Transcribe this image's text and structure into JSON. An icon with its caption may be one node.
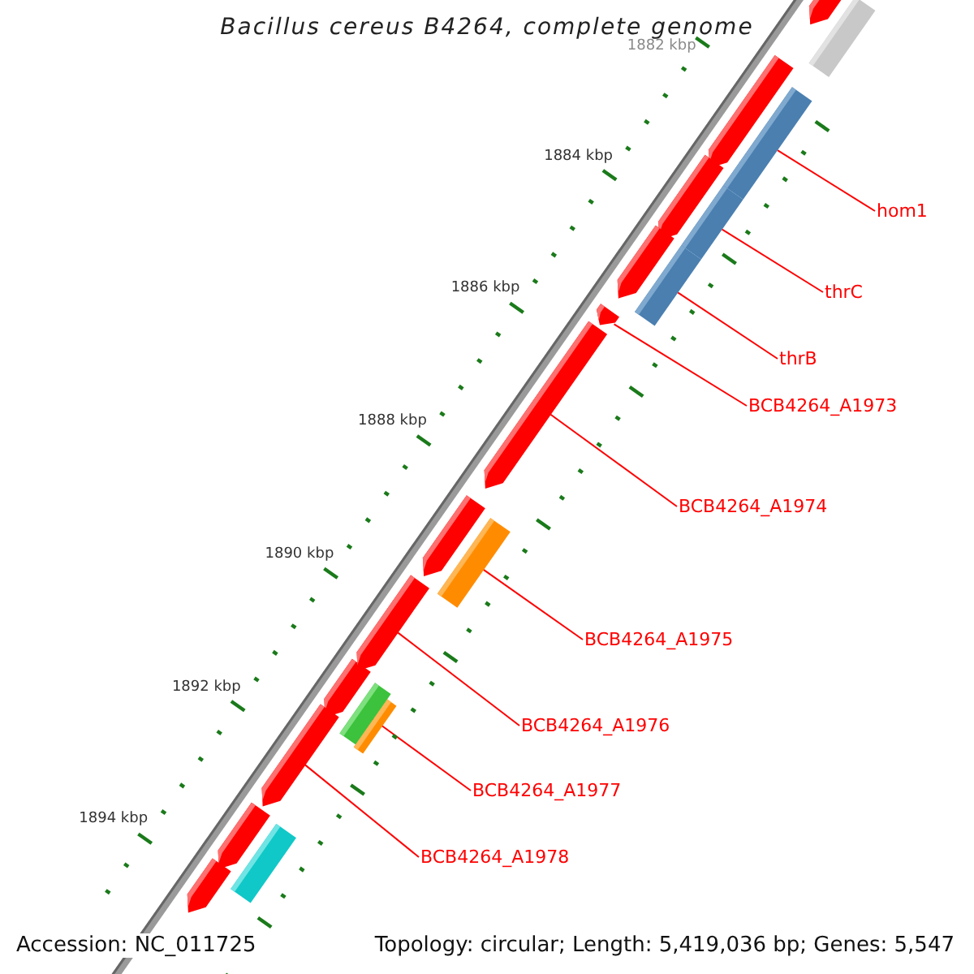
{
  "diagram": {
    "title": "Bacillus cereus B4264, complete genome",
    "nodes": [
      {
        "text": [
          "hom1"
        ]
      },
      {
        "text": [
          "thrC"
        ]
      },
      {
        "text": [
          "thrB"
        ]
      },
      {
        "text": [
          "BCB4264_A1973"
        ]
      },
      {
        "text": [
          "BCB4264_A1974"
        ]
      },
      {
        "text": [
          "BCB4264_A1975"
        ]
      },
      {
        "text": [
          "BCB4264_A1976"
        ]
      },
      {
        "text": [
          "BCB4264_A1977"
        ]
      },
      {
        "text": [
          "BCB4264_A1978"
        ]
      },
      {
        "text": [],
        "shape": "bar"
      },
      {
        "text": [],
        "shape": "bar"
      },
      {
        "text": [],
        "shape": "bar"
      },
      {
        "text": [],
        "shape": "arrow"
      },
      {
        "text": [],
        "shape": "arrow"
      },
      {
        "text": [],
        "shape": "bar"
      },
      {
        "text": [],
        "shape": "arrow"
      },
      {
        "text": [],
        "shape": "bar"
      },
      {
        "text": [],
        "shape": "arrow"
      }
    ],
    "edges": [
      {
        "from": 0,
        "to": 9,
        "arrow": "none"
      },
      {
        "from": 1,
        "to": 10,
        "arrow": "none"
      },
      {
        "from": 2,
        "to": 11,
        "arrow": "none"
      },
      {
        "from": 3,
        "to": 12,
        "arrow": "none"
      },
      {
        "from": 4,
        "to": 13,
        "arrow": "none"
      },
      {
        "from": 5,
        "to": 14,
        "arrow": "none"
      },
      {
        "from": 6,
        "to": 15,
        "arrow": "none"
      },
      {
        "from": 7,
        "to": 16,
        "arrow": "none"
      },
      {
        "from": 8,
        "to": 17,
        "arrow": "none"
      }
    ],
    "labels": [
      "1882 kbp",
      "1884 kbp",
      "1886 kbp",
      "1888 kbp",
      "1890 kbp",
      "1892 kbp",
      "1894 kbp",
      "Accession: NC_011725",
      "Topology: circular; Length: 5,419,036 bp; Genes: 5,547"
    ]
  }
}
